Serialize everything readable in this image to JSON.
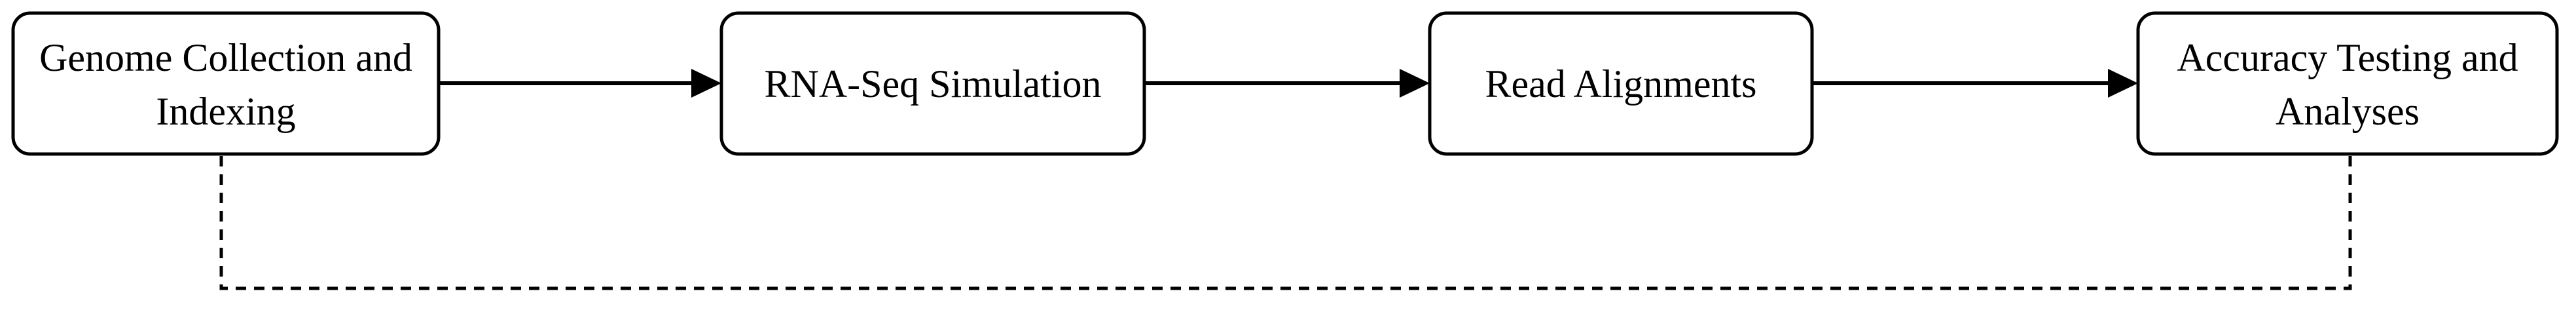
{
  "diagram": {
    "nodes": [
      {
        "id": "genome",
        "lines": [
          "Genome Collection and",
          "Indexing"
        ]
      },
      {
        "id": "rnaseq",
        "lines": [
          "RNA-Seq Simulation"
        ]
      },
      {
        "id": "alignments",
        "lines": [
          "Read Alignments"
        ]
      },
      {
        "id": "accuracy",
        "lines": [
          "Accuracy Testing and",
          "Analyses"
        ]
      }
    ],
    "edges": [
      {
        "from": "genome",
        "to": "rnaseq",
        "style": "solid",
        "arrow": true
      },
      {
        "from": "rnaseq",
        "to": "alignments",
        "style": "solid",
        "arrow": true
      },
      {
        "from": "alignments",
        "to": "accuracy",
        "style": "solid",
        "arrow": true
      },
      {
        "from": "genome",
        "to": "accuracy",
        "style": "dashed",
        "arrow": false
      }
    ],
    "colors": {
      "stroke": "#000000",
      "fill": "#ffffff",
      "text": "#000000"
    }
  }
}
